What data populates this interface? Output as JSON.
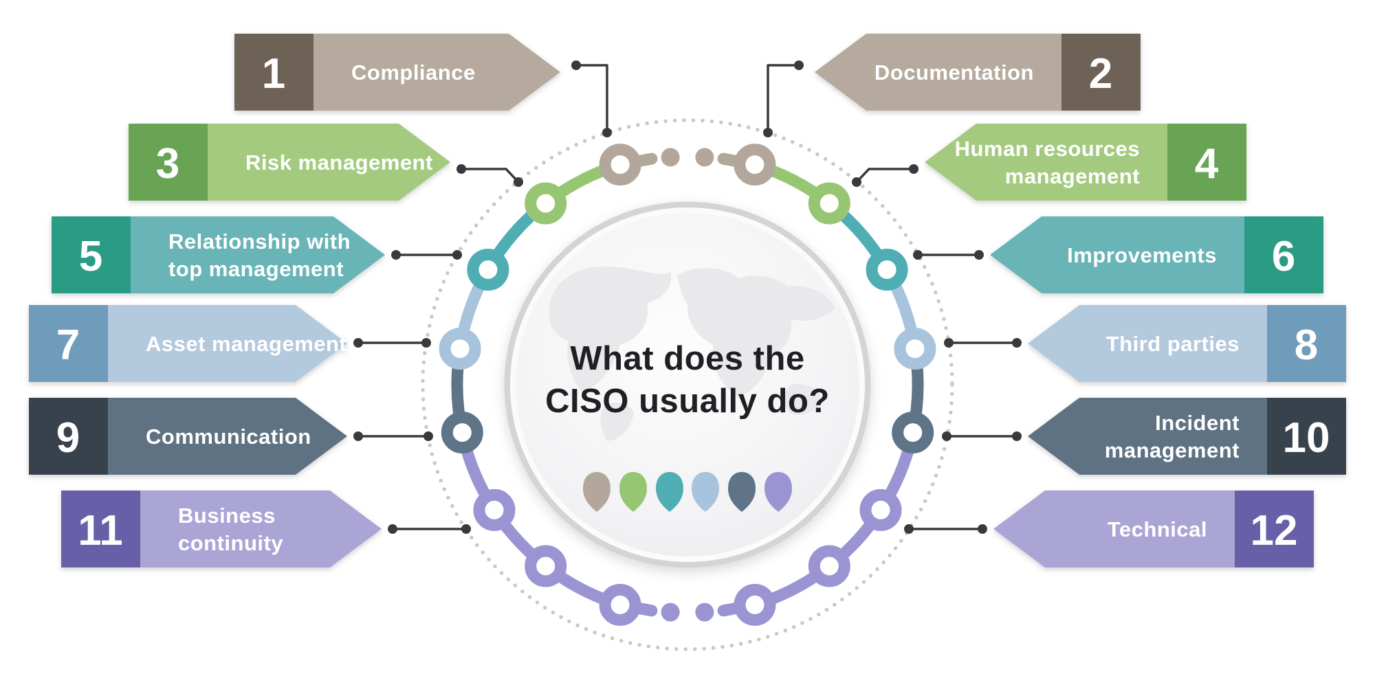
{
  "title": {
    "line1": "What does the",
    "line2": "CISO usually do?"
  },
  "title_color": "#202024",
  "connector_color": "#3a3a3e",
  "dotted_ring_color": "#c9c9cb",
  "circle_border_color": "#d4d4d6",
  "map_color": "#e9e9ec",
  "palette": {
    "taupe": {
      "box": "#6e6257",
      "body": "#b5aa9d",
      "node": "#b2a79a"
    },
    "green": {
      "box": "#69a455",
      "body": "#a4ca80",
      "node": "#97c673"
    },
    "teal": {
      "box": "#2b9b84",
      "body": "#68b4b6",
      "node": "#4fadb4"
    },
    "blue": {
      "box": "#6e9cba",
      "body": "#b3c9de",
      "node": "#a8c3dc"
    },
    "slate": {
      "box": "#39434e",
      "body": "#5e7283",
      "node": "#5f7487"
    },
    "purple": {
      "box": "#675fa9",
      "body": "#aaa5d5",
      "node": "#9b94d3"
    }
  },
  "items": [
    {
      "number": "1",
      "line1": "Compliance",
      "line2": "",
      "side": "left"
    },
    {
      "number": "2",
      "line1": "Documentation",
      "line2": "",
      "side": "right"
    },
    {
      "number": "3",
      "line1": "Risk management",
      "line2": "",
      "side": "left"
    },
    {
      "number": "4",
      "line1": "Human resources",
      "line2": "management",
      "side": "right"
    },
    {
      "number": "5",
      "line1": "Relationship with",
      "line2": "top management",
      "side": "left"
    },
    {
      "number": "6",
      "line1": "Improvements",
      "line2": "",
      "side": "right"
    },
    {
      "number": "7",
      "line1": "Asset management",
      "line2": "",
      "side": "left"
    },
    {
      "number": "8",
      "line1": "Third parties",
      "line2": "",
      "side": "right"
    },
    {
      "number": "9",
      "line1": "Communication",
      "line2": "",
      "side": "left"
    },
    {
      "number": "10",
      "line1": "Incident",
      "line2": "management",
      "side": "right"
    },
    {
      "number": "11",
      "line1": "Business",
      "line2": "continuity",
      "side": "left"
    },
    {
      "number": "12",
      "line1": "Technical",
      "line2": "",
      "side": "right"
    }
  ],
  "legend_drops": [
    "taupe",
    "green",
    "teal",
    "blue",
    "slate",
    "purple"
  ]
}
